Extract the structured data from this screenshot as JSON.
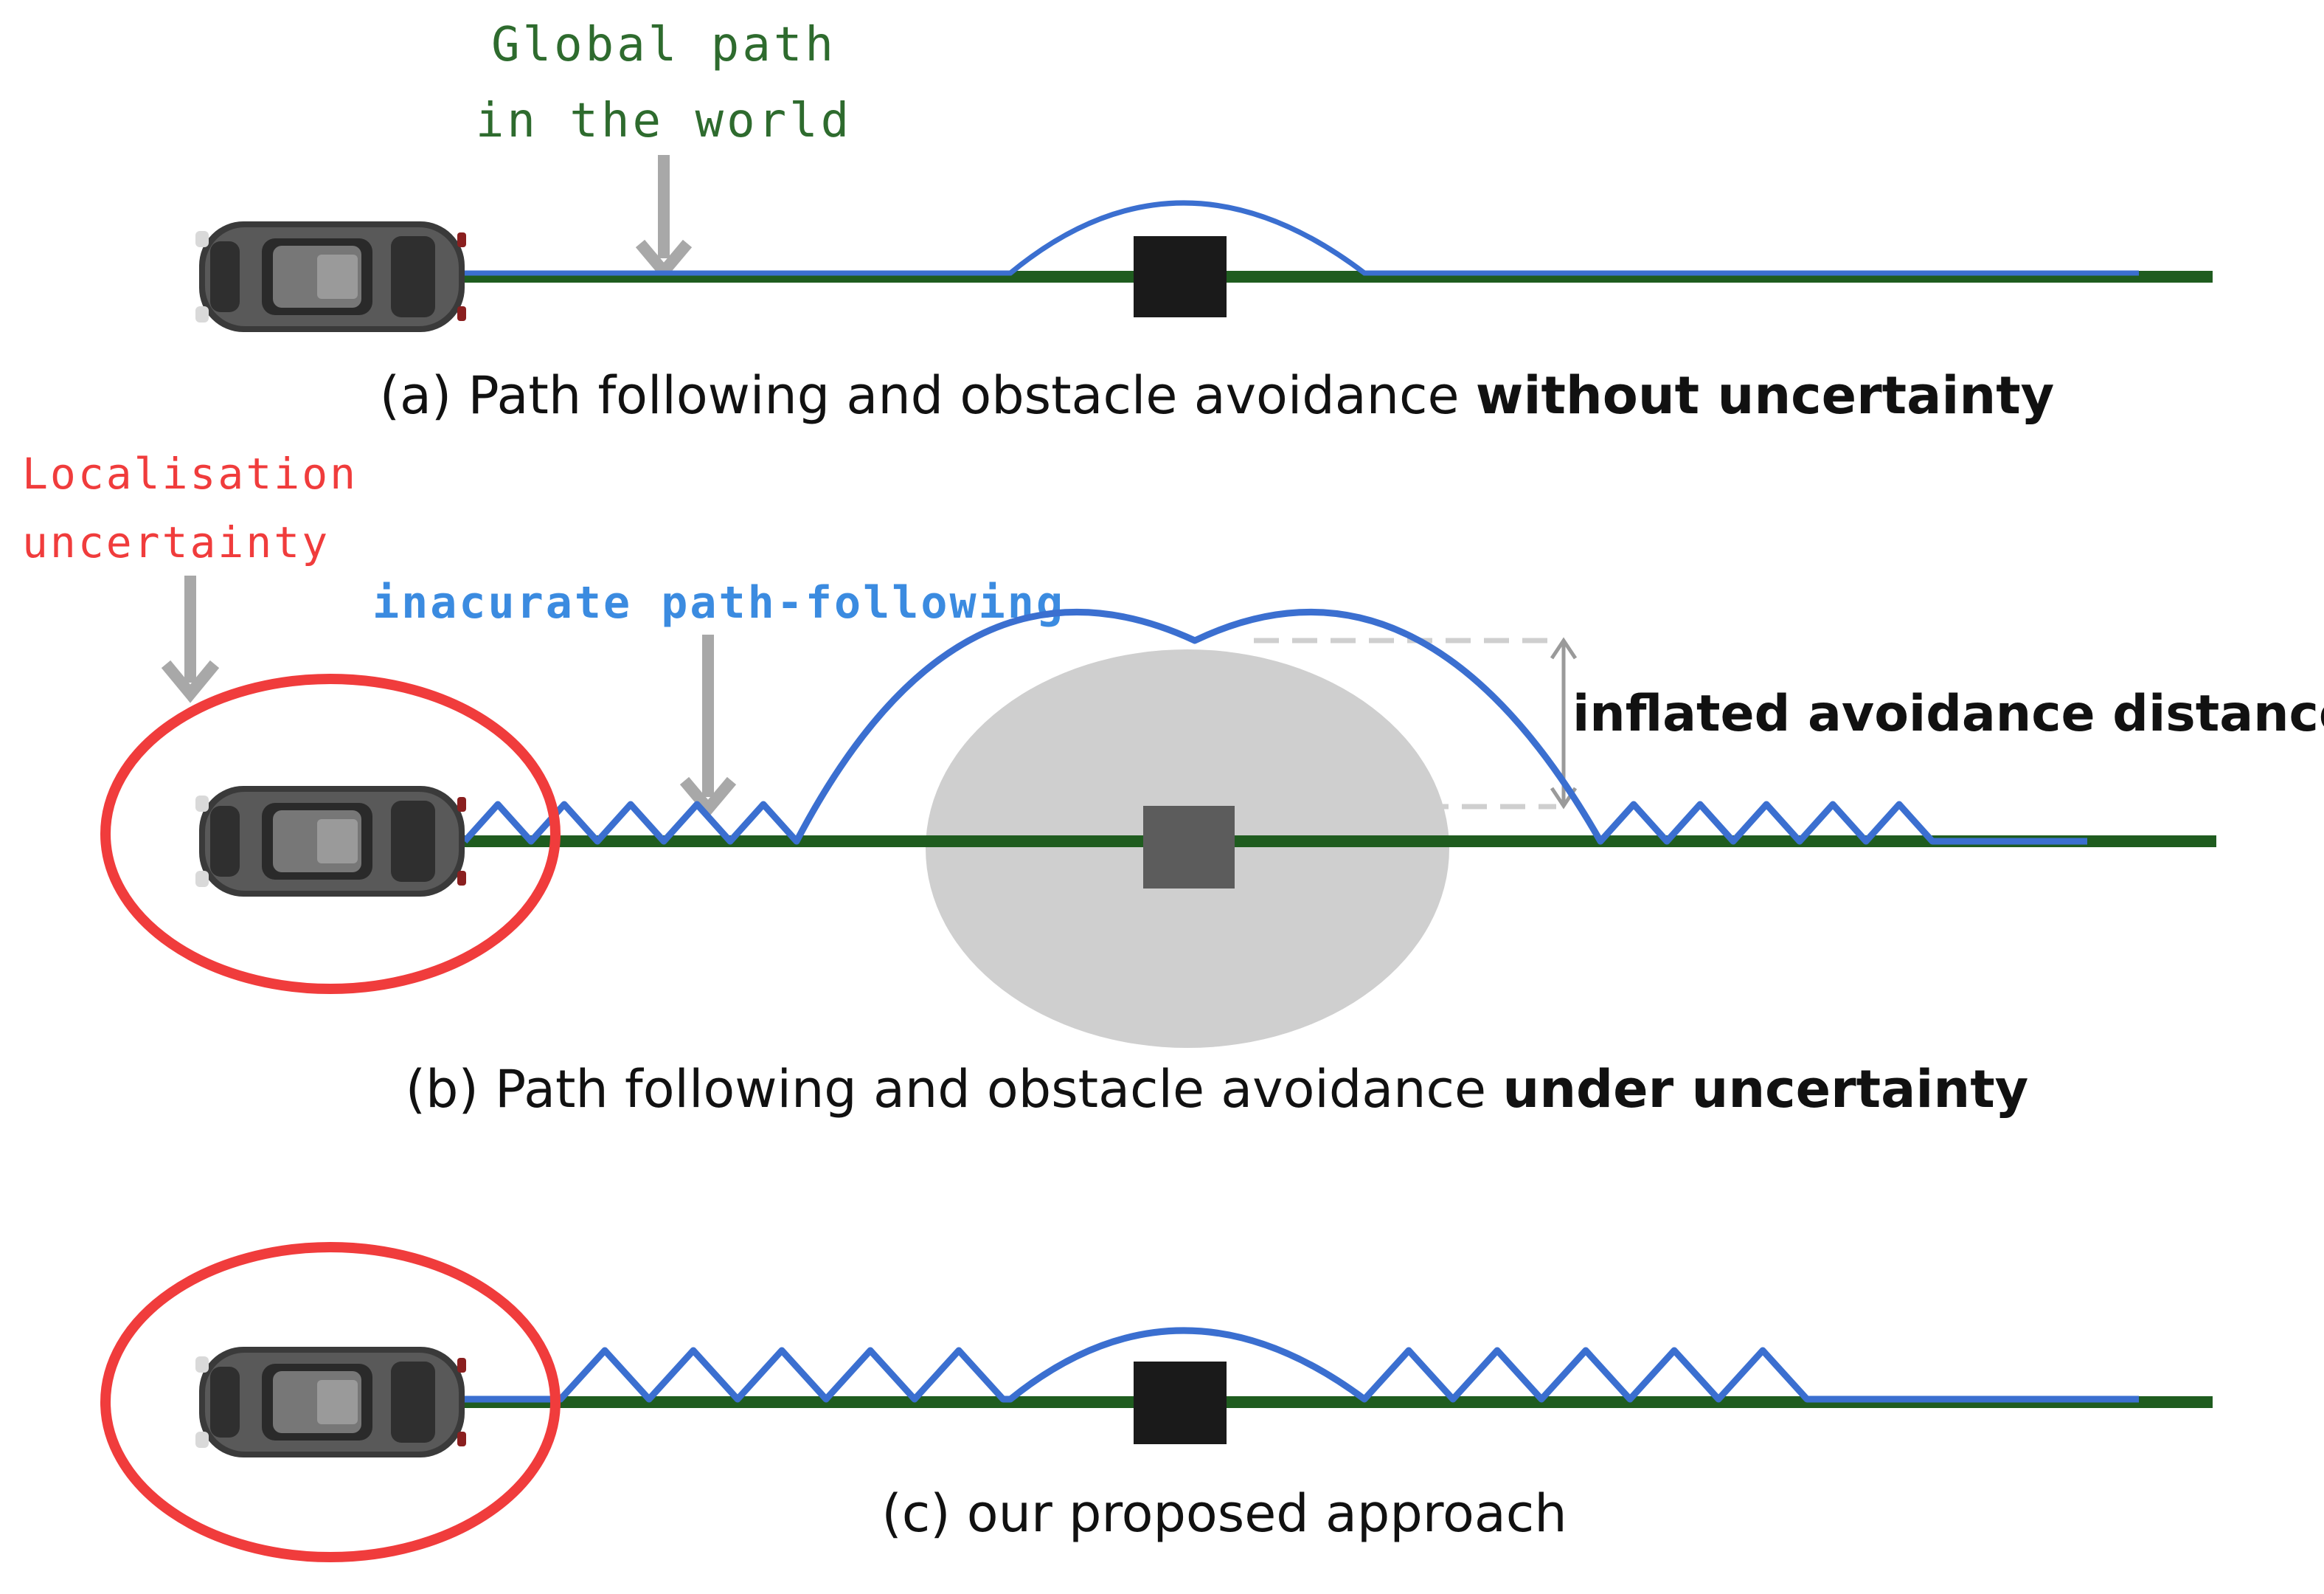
{
  "panel_a": {
    "annotation_line1": "Global path",
    "annotation_line2": "in the world",
    "caption_prefix": "(a) Path following and obstacle avoidance ",
    "caption_bold": "without uncertainty"
  },
  "panel_b": {
    "annotation_red_line1": "Localisation",
    "annotation_red_line2": "uncertainty",
    "annotation_blue": "inacurate path-following",
    "annotation_inflated": "inflated avoidance distance",
    "caption_prefix": "(b) Path following and obstacle avoidance ",
    "caption_bold": "under uncertainty"
  },
  "panel_c": {
    "caption": "(c) our proposed approach"
  },
  "colors": {
    "global_path": "#1f5c1f",
    "robot_path": "#3b6fd0",
    "uncertainty": "#f03c3c",
    "obstacle": "#1a1a1a",
    "inflated_zone": "#cfcfcf",
    "pointer_arrow": "#a8a8a8"
  },
  "icons": {
    "vehicle": "car-top-view-icon",
    "obstacle": "square-obstacle"
  }
}
